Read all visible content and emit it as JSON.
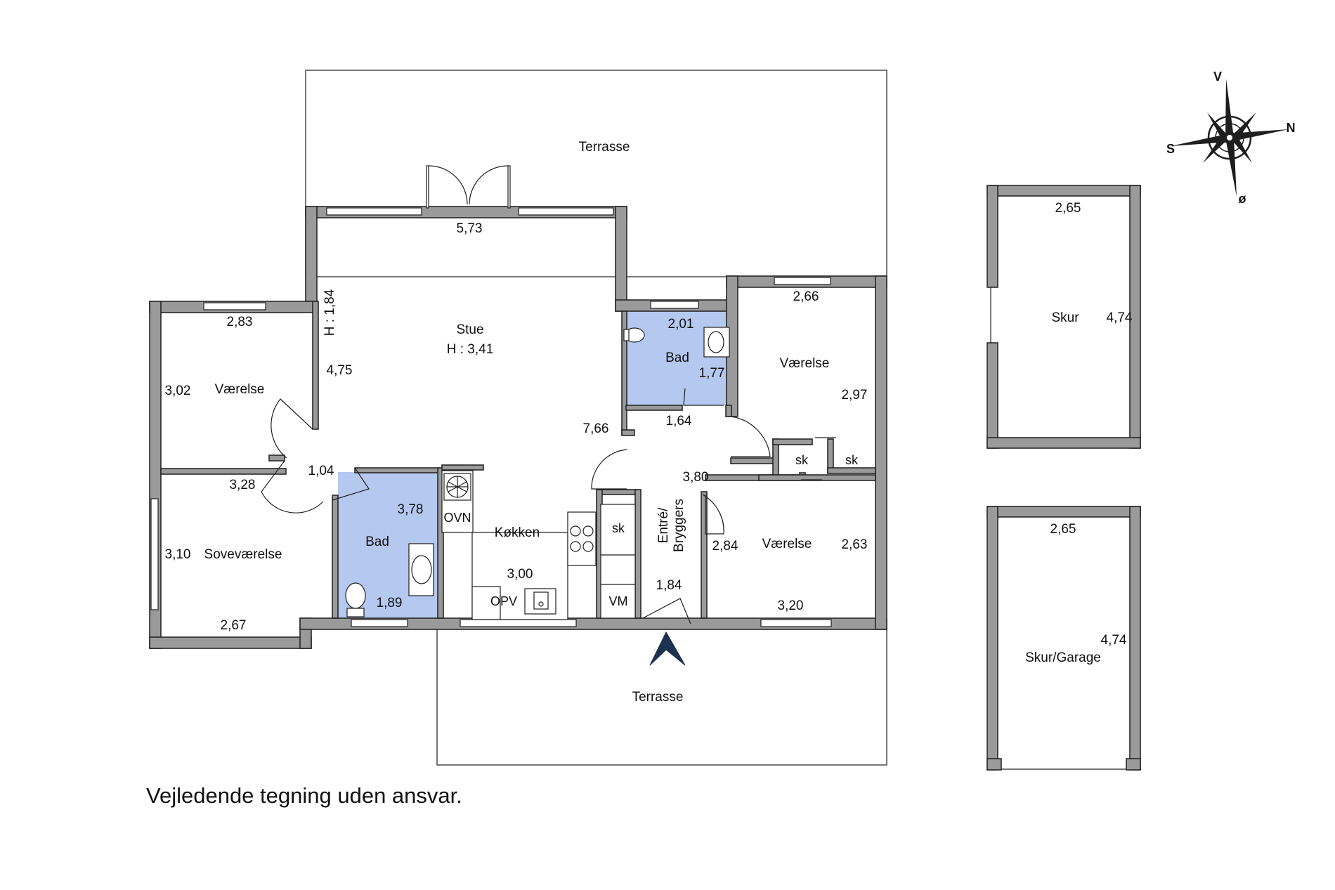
{
  "rooms": {
    "terrace_top": "Terrasse",
    "terrace_bottom": "Terrasse",
    "living": "Stue",
    "living_height": "H : 3,41",
    "bedroom_left": "Værelse",
    "master_bedroom": "Soveværelse",
    "bath_left": "Bad",
    "bath_right": "Bad",
    "kitchen": "Køkken",
    "entry_line1": "Entré/",
    "entry_line2": "Bryggers",
    "room_right_top": "Værelse",
    "room_right_bottom": "Værelse",
    "shed": "Skur",
    "shed_garage": "Skur/Garage"
  },
  "fixtures": {
    "oven": "OVN",
    "dishwasher": "OPV",
    "cupboard_kitchen": "sk",
    "washer": "VM",
    "cupboard_a": "sk",
    "cupboard_b": "sk"
  },
  "dimensions": {
    "living_width": "5,73",
    "side_height": "H : 1,84",
    "living_depth": "4,75",
    "hall_length": "7,66",
    "left_room_width": "2,83",
    "left_room_depth": "3,02",
    "hall_small": "1,04",
    "master_top": "3,28",
    "master_depth": "3,10",
    "master_bottom": "2,67",
    "bath_left_depth": "3,78",
    "bath_left_width": "1,89",
    "kitchen_width": "3,00",
    "bath_right_width": "2,01",
    "bath_right_depth": "1,77",
    "entry_width": "1,64",
    "entry_depth": "3,80",
    "entry_bottom": "1,84",
    "room_right_top_width": "2,66",
    "room_right_top_depth": "2,97",
    "room_right_bottom_left": "2,84",
    "room_right_bottom_depth": "2,63",
    "room_right_bottom_width": "3,20",
    "shed_width": "2,65",
    "shed_depth": "4,74",
    "garage_width": "2,65",
    "garage_depth": "4,74"
  },
  "compass": {
    "north": "N",
    "south": "S",
    "west": "V",
    "east": "ø"
  },
  "disclaimer": "Vejledende tegning uden ansvar."
}
